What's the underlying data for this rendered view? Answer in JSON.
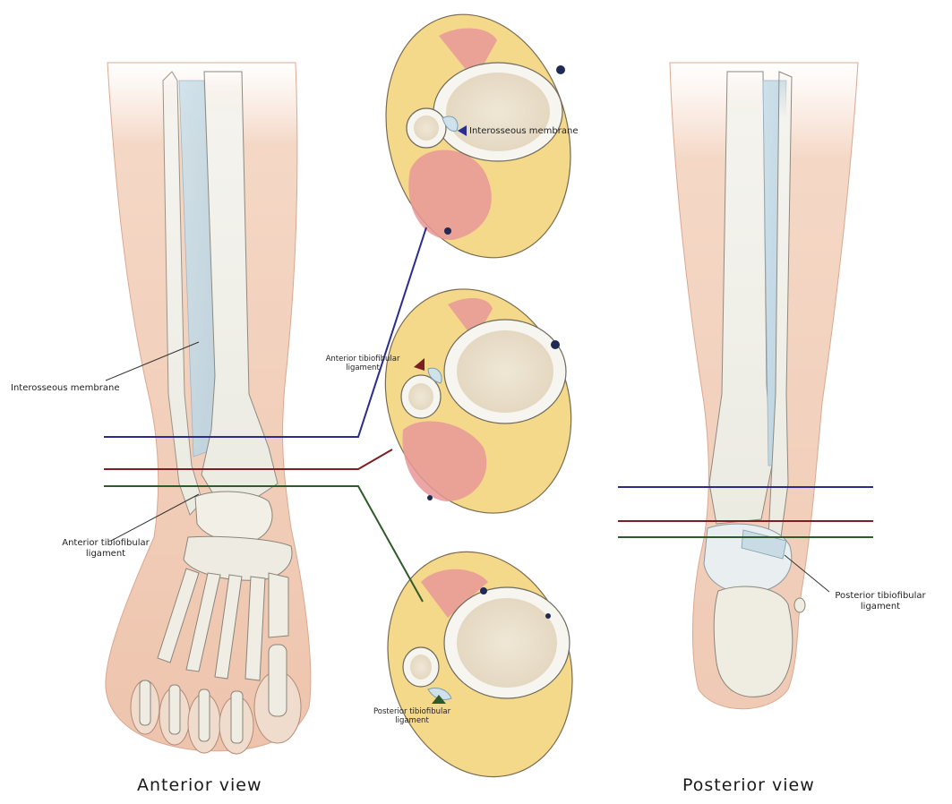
{
  "views": {
    "anterior": "Anterior view",
    "posterior": "Posterior view"
  },
  "labels": {
    "interosseous_left": "Interosseous membrane",
    "ant_tibiofibular_left_1": "Anterior tibiofibular",
    "ant_tibiofibular_left_2": "ligament",
    "post_tibiofibular_right_1": "Posterior tibiofibular",
    "post_tibiofibular_right_2": "ligament",
    "section1_interosseous": "Interosseous membrane",
    "section2_ant_1": "Anterior tibiofibular",
    "section2_ant_2": "ligament",
    "section3_post_1": "Posterior tibiofibular",
    "section3_post_2": "ligament"
  },
  "colors": {
    "level_blue": "#2b2a8f",
    "level_red": "#7a1f24",
    "level_green": "#2f5a2a",
    "skin": "#f3d2bf",
    "bone": "#f2f1ea",
    "section_fat": "#f5d98a",
    "muscle": "#e89898"
  }
}
